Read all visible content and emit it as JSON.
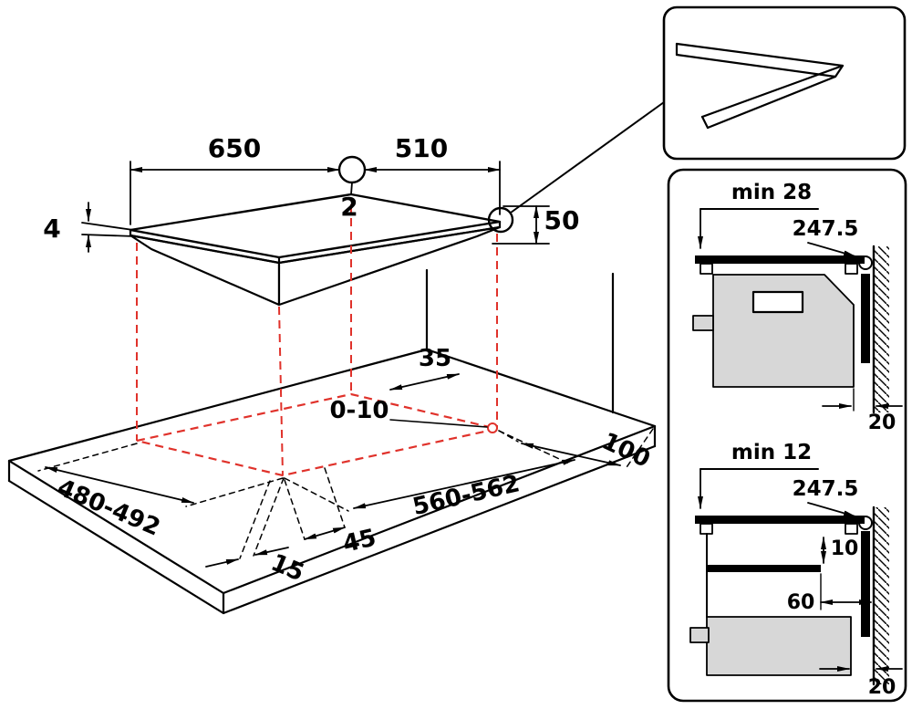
{
  "colors": {
    "line": "#000000",
    "projection_red": "#e0322b",
    "cabinet_gray": "#d7d7d7",
    "background": "#ffffff"
  },
  "labels": {
    "top_width": "650",
    "top_depth": "510",
    "overhang": "2",
    "glass_thickness": "4",
    "body_depth": "50",
    "rear_gap": "35",
    "hole_range": "0-10",
    "right_margin": "100",
    "cutout_depth_range": "480-492",
    "cutout_width_range": "560-562",
    "front_gap_15": "15",
    "front_gap_45": "45"
  },
  "section_a": {
    "min_clearance": "min 28",
    "cable_height": "247.5",
    "wall_gap": "20"
  },
  "section_b": {
    "min_clearance": "min 12",
    "cable_height": "247.5",
    "shelf_gap": "10",
    "shelf_inset": "60",
    "wall_gap": "20"
  }
}
